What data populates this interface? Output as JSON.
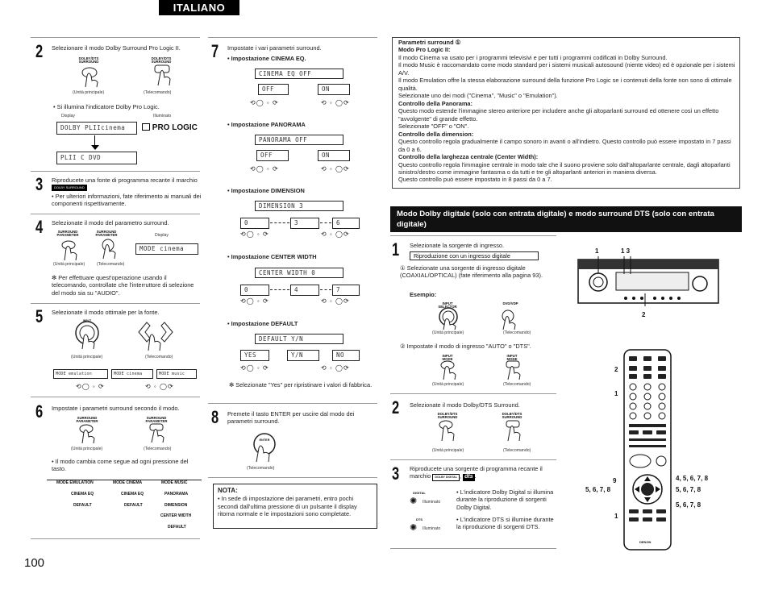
{
  "header": {
    "language_tab": "ITALIANO"
  },
  "page_number": "100",
  "col1": {
    "step2": {
      "number": "2",
      "text": "Selezionare il modo Dolby Surround Pro Logic II.",
      "btn_main_label": "DOLBY/DTS SURROUND",
      "btn_remote_label": "DOLBY/DTS SURROUND",
      "cap_main": "(Unità principale)",
      "cap_remote": "(Telecomando)",
      "bullet": "• Si illumina l'indicatore Dolby Pro Logic.",
      "display_label": "Display",
      "illuminato_label": "Illuminato",
      "lcd1": "DOLBY PLIIcinema",
      "prologic": "PRO LOGIC",
      "lcd2": "PLII C DVD"
    },
    "step3": {
      "number": "3",
      "text": "Riproducete una fonte di programma recante il marchio",
      "mark": "DOLBY SURROUND",
      "bullet": "• Per ulteriori informazioni, fate riferimento ai manuali dei componenti rispettivamente."
    },
    "step4": {
      "number": "4",
      "text": "Selezionate il modo del parametro surround.",
      "btn1_label": "SURROUND PARAMETER",
      "btn2_label": "SURROUND PARAMETER",
      "display_label": "Display",
      "lcd": "MODE cinema",
      "cap_main": "(Unità principale)",
      "cap_remote": "(Telecomando)",
      "note": "Per effettuare quest'operazione usando il telecomando, controllate che l'interruttore di selezione del modo sia su \"AUDIO\"."
    },
    "step5": {
      "number": "5",
      "text": "Selezionate il modo ottimale per la fonte.",
      "btn_main_label": "INPUT",
      "cap_main": "(Unità principale)",
      "cap_remote": "(Telecomando)",
      "lcd_a": "MODE emulation",
      "lcd_b": "MODE cinema",
      "lcd_c": "MODE music"
    },
    "step6": {
      "number": "6",
      "text": "Impostate i parametri surround secondo il modo.",
      "btn1_label": "SURROUND PARAMETER",
      "btn2_label": "SURROUND PARAMETER",
      "cap_main": "(Unità principale)",
      "cap_remote": "(Telecomando)",
      "bullet": "• Il modo cambia come segue ad ogni pressione del tasto.",
      "chart": {
        "emulation": "MODE EMULATION",
        "cinema": "MODE CINEMA",
        "music": "MODE MUSIC",
        "cinema_eq": "CINEMA EQ",
        "panorama": "PANORAMA",
        "dimension": "DIMENSION",
        "center_width": "CENTER WIDTH",
        "default": "DEFAULT"
      }
    }
  },
  "col2": {
    "step7": {
      "number": "7",
      "text": "Impostate i vari parametri surround.",
      "cinema_eq": {
        "heading": "• Impostazione CINEMA EQ.",
        "lcd": "CINEMA EQ OFF",
        "a": "OFF",
        "b": "ON"
      },
      "panorama": {
        "heading": "• Impostazione PANORAMA",
        "lcd": "PANORAMA OFF",
        "a": "OFF",
        "b": "ON"
      },
      "dimension": {
        "heading": "• Impostazione DIMENSION",
        "lcd": "DIMENSION 3",
        "a": "0",
        "b": "3",
        "c": "6"
      },
      "center_width": {
        "heading": "• Impostazione CENTER WIDTH",
        "lcd": "CENTER WIDTH 0",
        "a": "0",
        "b": "4",
        "c": "7"
      },
      "default": {
        "heading": "• Impostazione DEFAULT",
        "lcd": "DEFAULT Y/N",
        "a": "YES",
        "b": "Y/N",
        "c": "NO"
      },
      "note": "Selezionate \"Yes\" per ripristinare i valori di fabbrica."
    },
    "step8": {
      "number": "8",
      "text": "Premete il tasto ENTER per uscire dal modo dei parametri surround.",
      "btn_label": "ENTER",
      "cap_remote": "(Telecomando)"
    },
    "nota": {
      "heading": "NOTA:",
      "text": "• In sede di impostazione dei parametri, entro pochi secondi dall'ultima pressione di un pulsante il display ritorna normale e le impostazioni sono completate."
    }
  },
  "col3": {
    "params": {
      "title": "Parametri surround ①",
      "sub1": "Modo Pro Logic II:",
      "p1": "Il modo Cinema va usato per i programmi televisivi e per tutti i programmi codificati in Dolby Surround.",
      "p2": "Il modo Music è raccomandato come modo standard per i sistemi musicali autosound (niente video) ed è opzionale per i sistemi A/V.",
      "p3": "Il modo Emulation offre la stessa elaborazione surround della funzione Pro Logic se i contenuti della fonte non sono di ottimale qualità.",
      "p4": "Selezionate uno dei modi (\"Cinema\", \"Music\" o \"Emulation\").",
      "sub2": "Controllo della Panorama:",
      "p5": "Questo modo estende l'immagine stereo anteriore per includere anche gli altoparlanti surround ed ottenere così un effetto \"avvolgente\" di grande effetto.",
      "p6": "Selezionate \"OFF\" o \"ON\".",
      "sub3": "Controllo della dimension:",
      "p7": "Questo controllo regola gradualmente il campo sonoro in avanti o all'indietro. Questo controllo può essere impostato in 7 passi da 0 a 6.",
      "sub4": "Controllo della larghezza centrale (Center Width):",
      "p8": "Questo controllo regola l'immagine centrale in modo tale che il suono proviene solo dall'altoparlante centrale, dagli altoparlanti sinistro/destro come immagine fantasma o da tutti e tre gli altoparlanti anteriori in maniera diversa.",
      "p9": "Questo controllo può essere impostato in 8 passi da 0 a 7."
    },
    "section_title": "Modo Dolby digitale (solo con entrata digitale) e modo surround DTS (solo con entrata digitale)",
    "step1": {
      "number": "1",
      "text": "Selezionate la sorgente di ingresso.",
      "boxed": "Riproduzione con un ingresso digitale",
      "sub1": "① Selezionate una sorgente di ingresso digitale (COAXIAL/OPTICAL) (fate riferimento alla pagina 93).",
      "esempio": "Esempio:",
      "btn_main_label": "INPUT SELECTOR",
      "btn_remote_label": "DVD/VDP",
      "cap_main": "(Unità principale)",
      "cap_remote": "(Telecomando)",
      "sub2": "② Impostate il modo di ingresso \"AUTO\" o \"DTS\".",
      "btn2_label": "INPUT MODE",
      "btn3_label": "INPUT MODE"
    },
    "step2": {
      "number": "2",
      "text": "Selezionate il modo Dolby/DTS Surround.",
      "btn_main_label": "DOLBY/DTS SURROUND",
      "btn_remote_label": "DOLBY/DTS SURROUND",
      "cap_main": "(Unità principale)",
      "cap_remote": "(Telecomando)"
    },
    "step3": {
      "number": "3",
      "text": "Riproducete una sorgente di programma recante il marchio",
      "dolby_digital_ind": "• L'indicatore Dolby Digital si illumina durante la riproduzione di sorgenti Dolby Digital.",
      "dts_ind": "• L'indicatore DTS si illumine durante la riproduzione di sorgenti DTS.",
      "illuminato": "Illuminato",
      "mark_dolby": "DOLBY DIGITAL",
      "mark_dts": "dts",
      "ind_dd_label": "DIGITAL",
      "ind_dts_label": "DTS"
    },
    "diagram": {
      "labels": {
        "r1": "1",
        "r3": "1 3",
        "r2": "2",
        "rc2": "2",
        "rc1": "1",
        "rc9": "9",
        "rc_a": "4, 5, 6, 7, 8",
        "rc_b": "5, 6, 7, 8",
        "rc_c": "5, 6, 7, 8",
        "rc_d": "5, 6, 7, 8",
        "rc_e": "1",
        "brand": "DENON"
      }
    }
  }
}
